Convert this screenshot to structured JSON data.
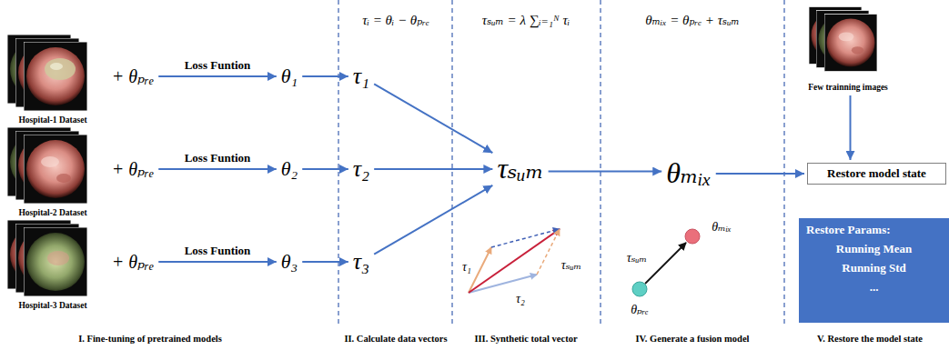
{
  "diagram": {
    "nodes": [
      {
        "text": [
          "Hospital-1 Dataset"
        ]
      },
      {
        "text": [
          "+ θₚᵣₑ"
        ]
      },
      {
        "text": [
          "θ₁"
        ]
      },
      {
        "text": [
          "τ₁"
        ]
      },
      {
        "text": [
          "Hospital-2 Dataset"
        ]
      },
      {
        "text": [
          "+ θₚᵣₑ"
        ]
      },
      {
        "text": [
          "θ₂"
        ]
      },
      {
        "text": [
          "τ₂"
        ]
      },
      {
        "text": [
          "Hospital-3 Dataset"
        ]
      },
      {
        "text": [
          "+ θₚᵣₑ"
        ]
      },
      {
        "text": [
          "θ₃"
        ]
      },
      {
        "text": [
          "τ₃"
        ]
      },
      {
        "text": [
          "τₛᵤₘ"
        ]
      },
      {
        "text": [
          "θₘᵢₓ"
        ]
      },
      {
        "text": [
          "Few trainning images"
        ]
      },
      {
        "text": [
          "Restore model state"
        ]
      },
      {
        "text": [
          "Restore Params:",
          "Running Mean",
          "Running Std",
          "..."
        ]
      }
    ],
    "edges": [
      {
        "from": 1,
        "to": 2,
        "arrow": "to",
        "label": "Loss Funtion"
      },
      {
        "from": 2,
        "to": 3,
        "arrow": "to"
      },
      {
        "from": 5,
        "to": 6,
        "arrow": "to",
        "label": "Loss Funtion"
      },
      {
        "from": 6,
        "to": 7,
        "arrow": "to"
      },
      {
        "from": 9,
        "to": 10,
        "arrow": "to",
        "label": "Loss Funtion"
      },
      {
        "from": 10,
        "to": 11,
        "arrow": "to"
      },
      {
        "from": 3,
        "to": 12,
        "arrow": "to"
      },
      {
        "from": 7,
        "to": 12,
        "arrow": "to"
      },
      {
        "from": 11,
        "to": 12,
        "arrow": "to"
      },
      {
        "from": 12,
        "to": 13,
        "arrow": "to"
      },
      {
        "from": 13,
        "to": 15,
        "arrow": "to"
      },
      {
        "from": 14,
        "to": 15,
        "arrow": "to"
      }
    ],
    "labels": [
      "τᵢ = θᵢ − θₚᵣₑ",
      "τₛᵤₘ = λ ∑ᵢ₌₁ᴺ τᵢ",
      "θₘᵢₓ = θₚᵣₑ + τₛᵤₘ",
      "τ₁",
      "τₛᵤₘ",
      "τ₂",
      "θₘᵢₓ",
      "τₛᵤₘ",
      "θₚᵣₑ",
      "I. Fine-tuning of pretrained models",
      "II. Calculate data vectors",
      "III. Synthetic total vector",
      "IV. Generate a fusion model",
      "V. Restore the model state"
    ]
  }
}
